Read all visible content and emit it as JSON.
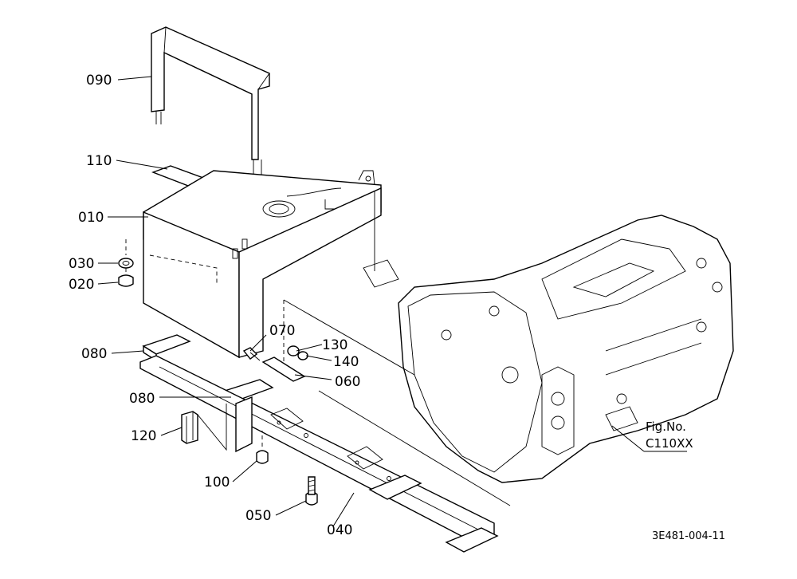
{
  "callouts": {
    "p090": "090",
    "p110": "110",
    "p010": "010",
    "p030": "030",
    "p020": "020",
    "p080a": "080",
    "p080b": "080",
    "p120": "120",
    "p100": "100",
    "p050": "050",
    "p040": "040",
    "p070": "070",
    "p130": "130",
    "p140": "140",
    "p060": "060"
  },
  "figref": {
    "label": "Fig.No.",
    "code": "C110XX"
  },
  "drawing_id": "3E481-004-11"
}
